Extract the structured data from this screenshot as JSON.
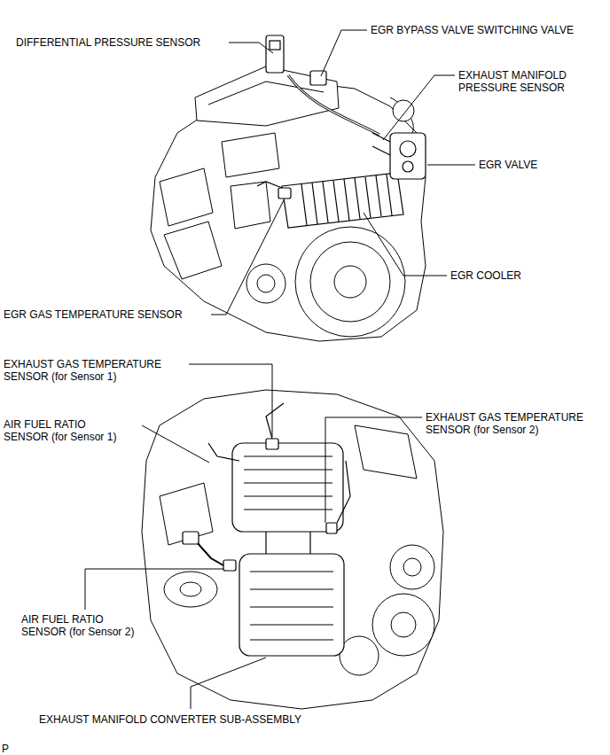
{
  "diagram": {
    "labels": [
      "DIFFERENTIAL PRESSURE SENSOR",
      "EGR BYPASS VALVE SWITCHING VALVE",
      "EXHAUST MANIFOLD PRESSURE SENSOR",
      "EGR VALVE",
      "EGR COOLER",
      "EGR GAS TEMPERATURE SENSOR",
      "EXHAUST GAS TEMPERATURE SENSOR (for Sensor 1)",
      "AIR FUEL RATIO SENSOR (for Sensor 1)",
      "EXHAUST GAS TEMPERATURE SENSOR (for Sensor 2)",
      "AIR FUEL RATIO SENSOR (for Sensor 2)",
      "EXHAUST MANIFOLD CONVERTER SUB-ASSEMBLY",
      "P"
    ]
  }
}
